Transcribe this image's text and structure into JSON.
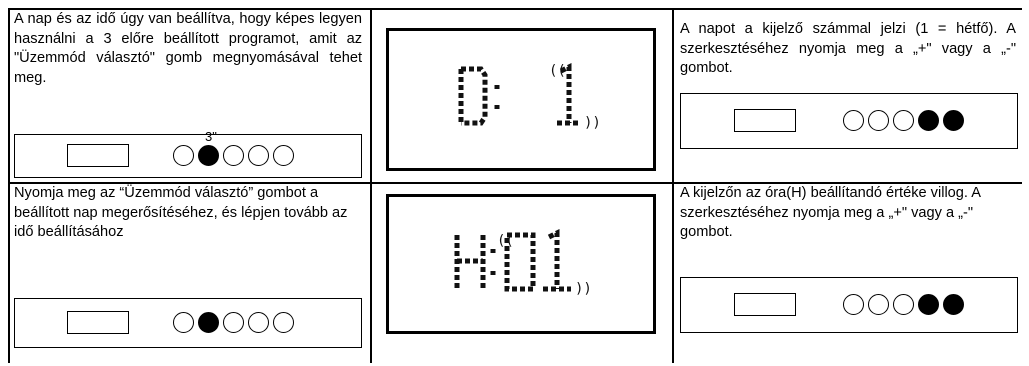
{
  "rows": [
    {
      "left_text": "A nap és az idő úgy van beállítva, hogy képes legyen használni a 3 előre beállított programot, amit az \"Üzemmód választó\" gomb megnyomásával tehet meg.",
      "left_panel": {
        "buttons": [
          "off",
          "on",
          "off",
          "off",
          "off"
        ],
        "label": "3\""
      },
      "display": {
        "prefix": "D:",
        "value": "1",
        "signal_left": "((",
        "signal_right": "))"
      },
      "right_text": "A napot a kijelző számmal jelzi (1 = hétfő). A szerkesztéséhez nyomja meg a „+\" vagy a „-\" gombot.",
      "right_panel": {
        "buttons": [
          "off",
          "off",
          "off",
          "on",
          "on"
        ]
      }
    },
    {
      "left_text": "Nyomja meg az “Üzemmód választó” gombot a beállított nap megerősítéséhez, és lépjen tovább az idő beállításához",
      "left_panel": {
        "buttons": [
          "off",
          "on",
          "off",
          "off",
          "off"
        ]
      },
      "display": {
        "prefix": "H:",
        "value": "01",
        "signal_left": "((",
        "signal_right": "))"
      },
      "right_text": "A kijelzőn az óra(H) beállítandó értéke villog. A szerkesztéséhez nyomja meg a „+\" vagy a „-\" gombot.",
      "right_panel": {
        "buttons": [
          "off",
          "off",
          "off",
          "on",
          "on"
        ]
      }
    }
  ]
}
